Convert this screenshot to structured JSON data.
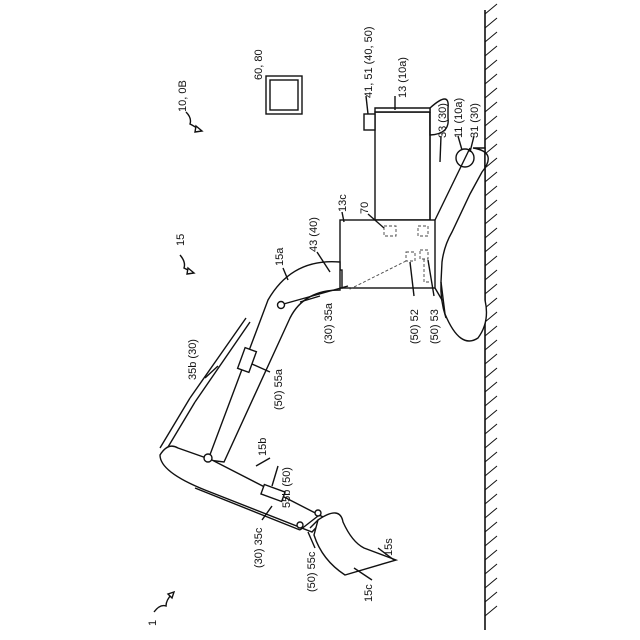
{
  "figure": {
    "overall_ref": "1",
    "labels": {
      "system": "10, 0B",
      "terminal": "60, 80",
      "antenna": "41, 51 (40, 50)",
      "body": "13 (10a)",
      "sensor_body": "33 (30)",
      "track": "11 (10a)",
      "track_sensor": "31 (30)",
      "controller": "70",
      "cab_sensor": "43 (40)",
      "cab": "13c",
      "boom_cyl_sensor": "(30) 35a",
      "ctrl_a": "(50) 52",
      "ctrl_b": "(50) 53",
      "work_machine": "15",
      "boom": "15a",
      "boom_cyl": "35b (30)",
      "boom_mark": "(50) 55a",
      "arm": "15b",
      "arm_mark": "55b (50)",
      "arm_cyl": "(30) 35c",
      "bucket_mark": "(50) 55c",
      "bucket_tip": "15s",
      "bucket": "15c"
    }
  }
}
